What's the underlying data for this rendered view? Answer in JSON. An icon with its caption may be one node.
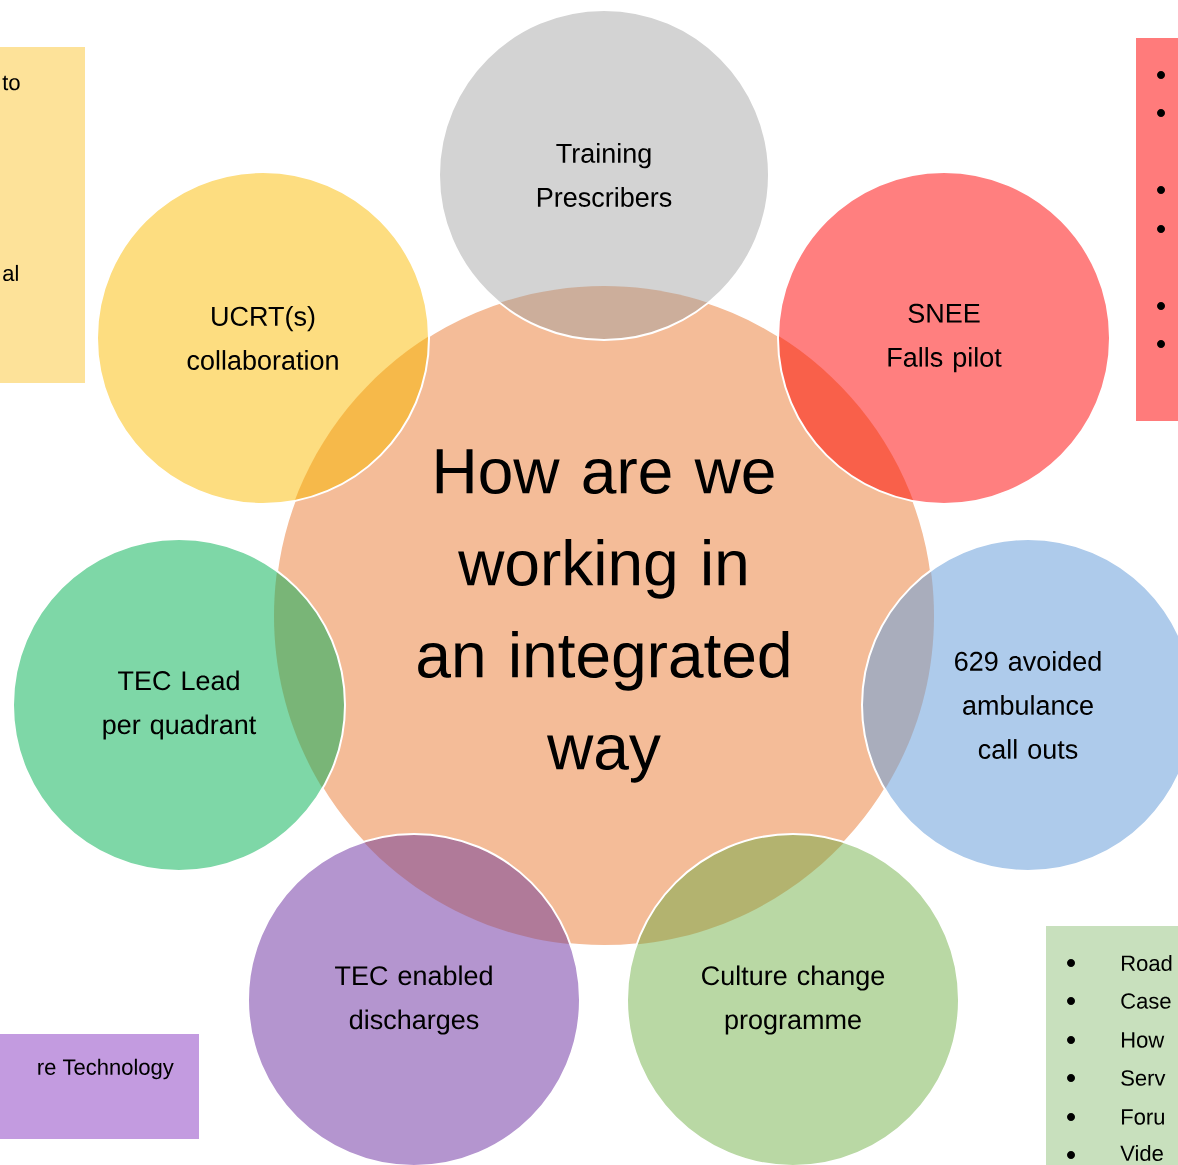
{
  "diagram": {
    "nodes": [
      {
        "text": [
          "How are we working in an integrated way"
        ]
      },
      {
        "text": [
          "Training Prescribers"
        ]
      },
      {
        "text": [
          "UCRT(s) collaboration"
        ]
      },
      {
        "text": [
          "SNEE Falls pilot"
        ]
      },
      {
        "text": [
          "TEC Lead per quadrant"
        ]
      },
      {
        "text": [
          "629 avoided ambulance call outs"
        ]
      },
      {
        "text": [
          "TEC enabled discharges"
        ]
      },
      {
        "text": [
          "Culture change programme"
        ]
      },
      {
        "text": [
          "to",
          "al"
        ]
      },
      {
        "text": [],
        "shape": "box"
      },
      {
        "text": [
          "re Technology"
        ]
      },
      {
        "text": [
          "Road",
          "Case",
          "How",
          "Serv",
          "Foru",
          "Vide"
        ]
      }
    ]
  }
}
